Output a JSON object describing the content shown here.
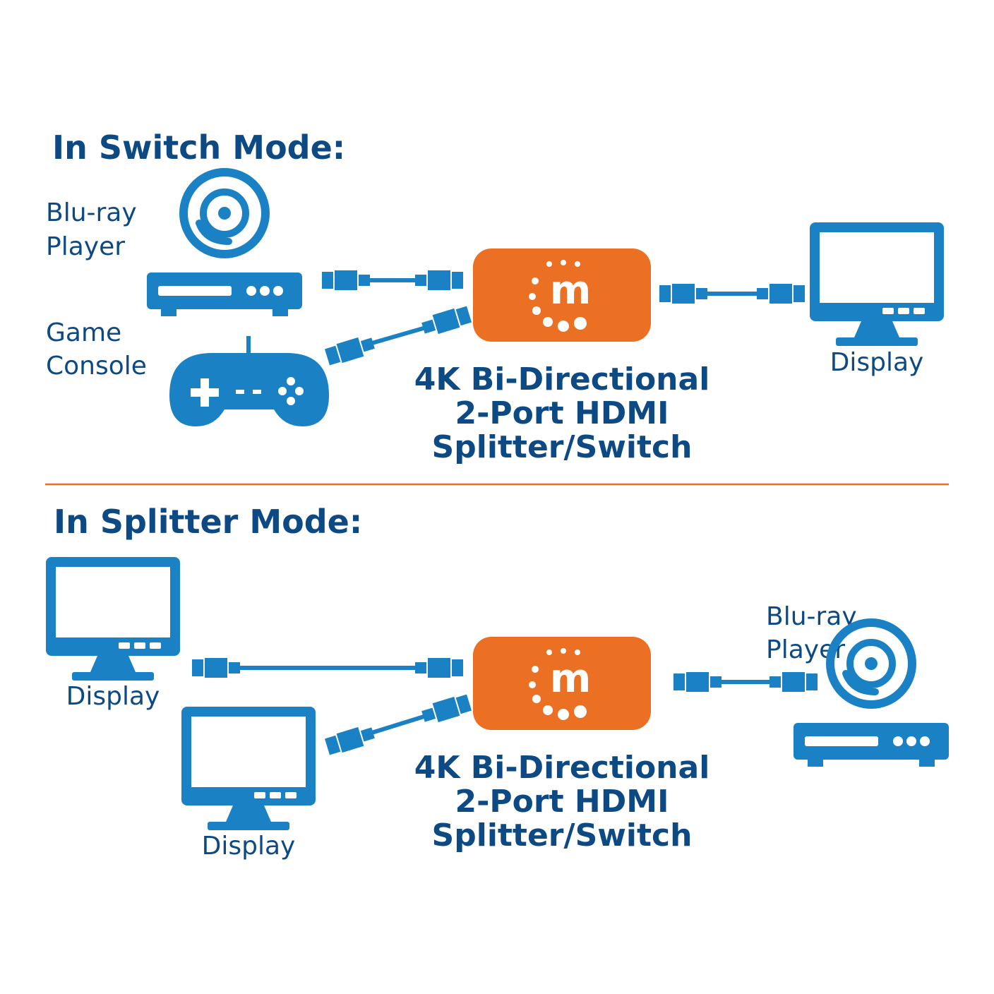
{
  "colors": {
    "icon_blue": "#1a82c4",
    "text_navy": "#0d4a84",
    "device_orange": "#eb7023",
    "divider_orange": "#eb7023",
    "background": "#ffffff"
  },
  "switch_mode": {
    "heading": "In Switch Mode:",
    "bluray_label_line1": "Blu-ray",
    "bluray_label_line2": "Player",
    "console_label_line1": "Game",
    "console_label_line2": "Console",
    "display_label": "Display",
    "device_logo": "m",
    "product_line1": "4K Bi-Directional",
    "product_line2": "2-Port HDMI",
    "product_line3": "Splitter/Switch"
  },
  "splitter_mode": {
    "heading": "In Splitter Mode:",
    "display1_label": "Display",
    "display2_label": "Display",
    "bluray_label_line1": "Blu-ray",
    "bluray_label_line2": "Player",
    "device_logo": "m",
    "product_line1": "4K Bi-Directional",
    "product_line2": "2-Port HDMI",
    "product_line3": "Splitter/Switch"
  },
  "icons": [
    "bluray-player-icon",
    "game-controller-icon",
    "monitor-icon",
    "hdmi-cable-icon",
    "manhattan-logo-icon"
  ]
}
